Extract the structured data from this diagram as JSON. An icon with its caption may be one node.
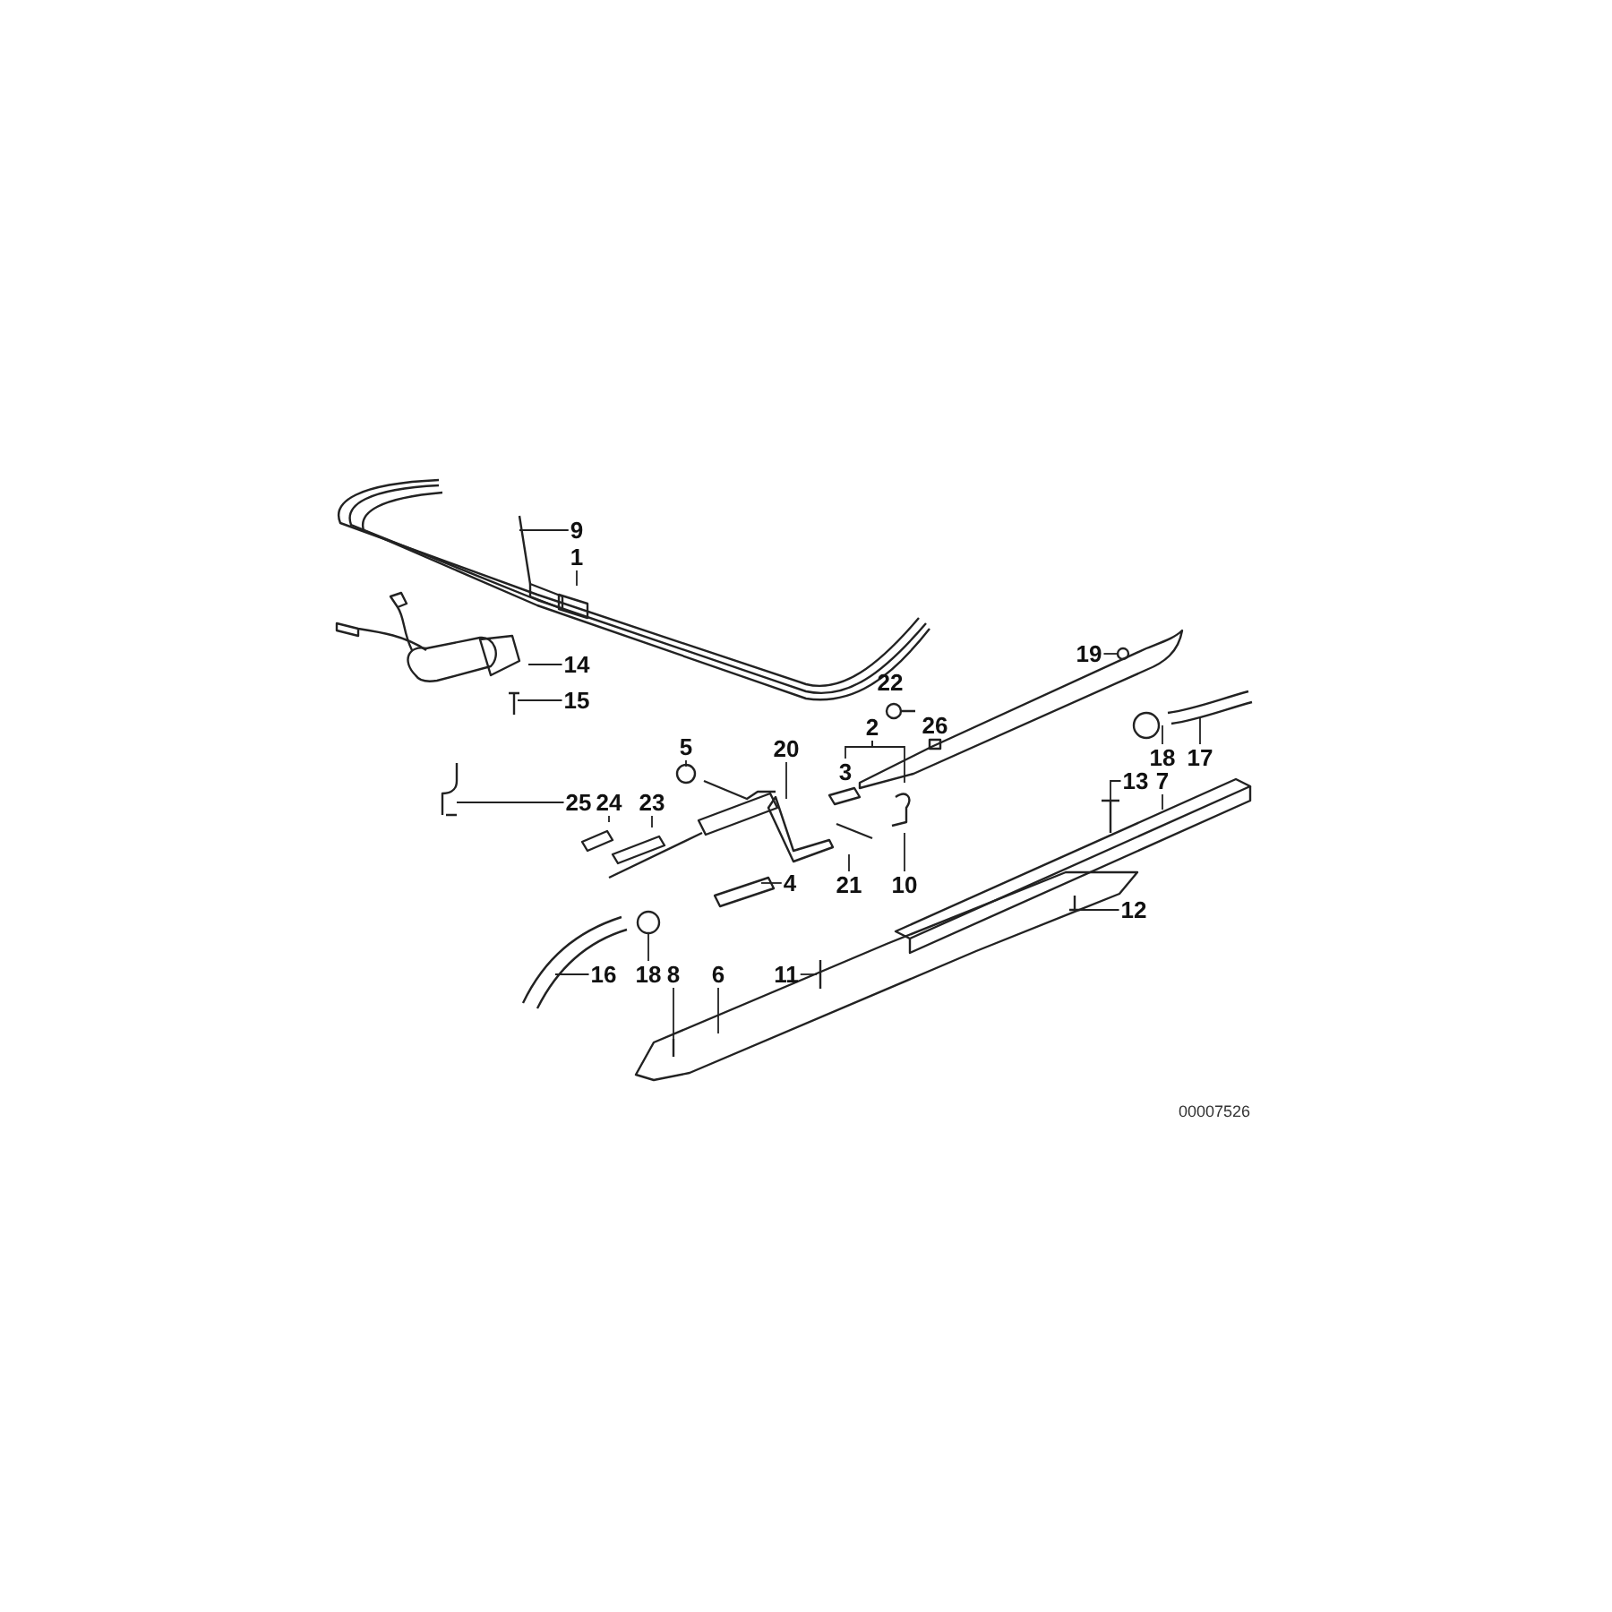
{
  "diagram": {
    "nodes": [
      {
        "text": [
          "9"
        ]
      },
      {
        "text": [
          "1"
        ]
      },
      {
        "text": [
          "14"
        ]
      },
      {
        "text": [
          "15"
        ]
      },
      {
        "text": [
          "19"
        ]
      },
      {
        "text": [
          "2"
        ]
      },
      {
        "text": [
          "5"
        ]
      },
      {
        "text": [
          "20"
        ]
      },
      {
        "text": [
          "18"
        ]
      },
      {
        "text": [
          "17"
        ]
      },
      {
        "text": [
          "13"
        ]
      },
      {
        "text": [
          "7"
        ]
      },
      {
        "text": [
          "25"
        ]
      },
      {
        "text": [
          "24"
        ]
      },
      {
        "text": [
          "23"
        ]
      },
      {
        "text": [
          "4"
        ]
      },
      {
        "text": [
          "21"
        ]
      },
      {
        "text": [
          "10"
        ]
      },
      {
        "text": [
          "12"
        ]
      },
      {
        "text": [
          "16"
        ]
      },
      {
        "text": [
          "18"
        ]
      },
      {
        "text": [
          "8"
        ]
      },
      {
        "text": [
          "6"
        ]
      },
      {
        "text": [
          "11"
        ]
      },
      {
        "text": [
          "3"
        ]
      }
    ],
    "edges": [
      {
        "from": 0,
        "to": null,
        "arrow": "none"
      },
      {
        "from": 1,
        "to": null,
        "arrow": "none"
      },
      {
        "from": 2,
        "to": null,
        "arrow": "none"
      },
      {
        "from": 3,
        "to": null,
        "arrow": "none"
      },
      {
        "from": 4,
        "to": null,
        "arrow": "none"
      },
      {
        "from": 5,
        "to": 24,
        "arrow": "none"
      },
      {
        "from": 5,
        "to": null,
        "arrow": "none"
      },
      {
        "from": 6,
        "to": null,
        "arrow": "none"
      },
      {
        "from": 7,
        "to": null,
        "arrow": "none"
      },
      {
        "from": 8,
        "to": null,
        "arrow": "none"
      },
      {
        "from": 9,
        "to": null,
        "arrow": "none"
      },
      {
        "from": 10,
        "to": null,
        "arrow": "none"
      },
      {
        "from": 11,
        "to": null,
        "arrow": "none"
      },
      {
        "from": 12,
        "to": null,
        "arrow": "none"
      },
      {
        "from": 13,
        "to": null,
        "arrow": "none"
      },
      {
        "from": 14,
        "to": null,
        "arrow": "none"
      },
      {
        "from": 15,
        "to": null,
        "arrow": "none"
      },
      {
        "from": 16,
        "to": null,
        "arrow": "none"
      },
      {
        "from": 17,
        "to": null,
        "arrow": "none"
      },
      {
        "from": 18,
        "to": null,
        "arrow": "none"
      },
      {
        "from": 19,
        "to": null,
        "arrow": "none"
      },
      {
        "from": 20,
        "to": null,
        "arrow": "none"
      },
      {
        "from": 21,
        "to": null,
        "arrow": "none"
      },
      {
        "from": 22,
        "to": null,
        "arrow": "none"
      },
      {
        "from": 23,
        "to": null,
        "arrow": "none"
      }
    ],
    "labels": [
      "22",
      "26",
      "00007526"
    ]
  }
}
